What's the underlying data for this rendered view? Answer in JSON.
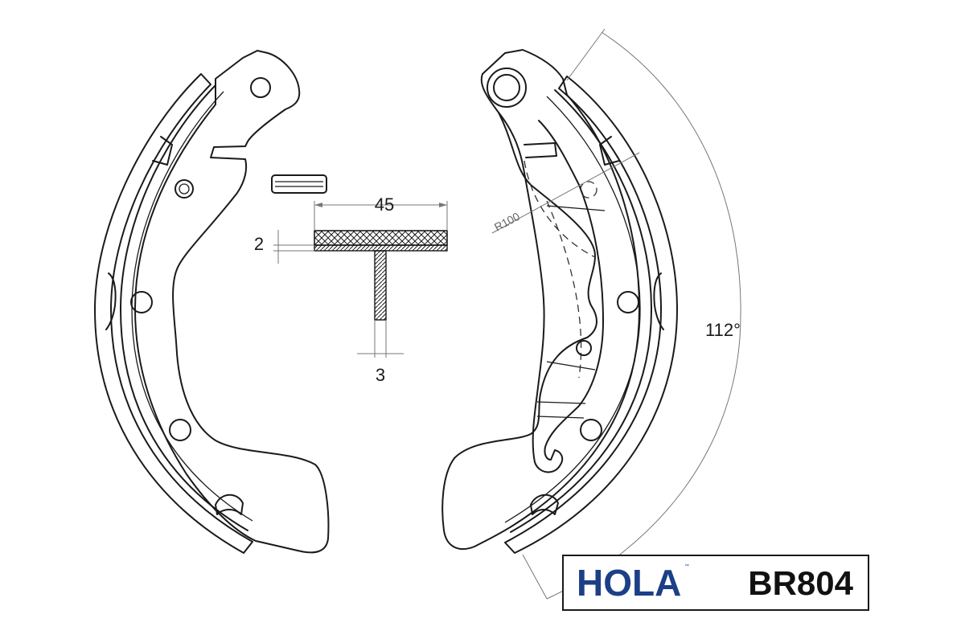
{
  "dimensions": {
    "lining_width": "45",
    "lining_thickness": "2",
    "web_thickness": "3",
    "radius": "R100",
    "arc_angle": "112°"
  },
  "brand": {
    "logo_text": "HOLA",
    "logo_mark": "™",
    "part_number": "BR804",
    "logo_color": "#1c3f86"
  }
}
